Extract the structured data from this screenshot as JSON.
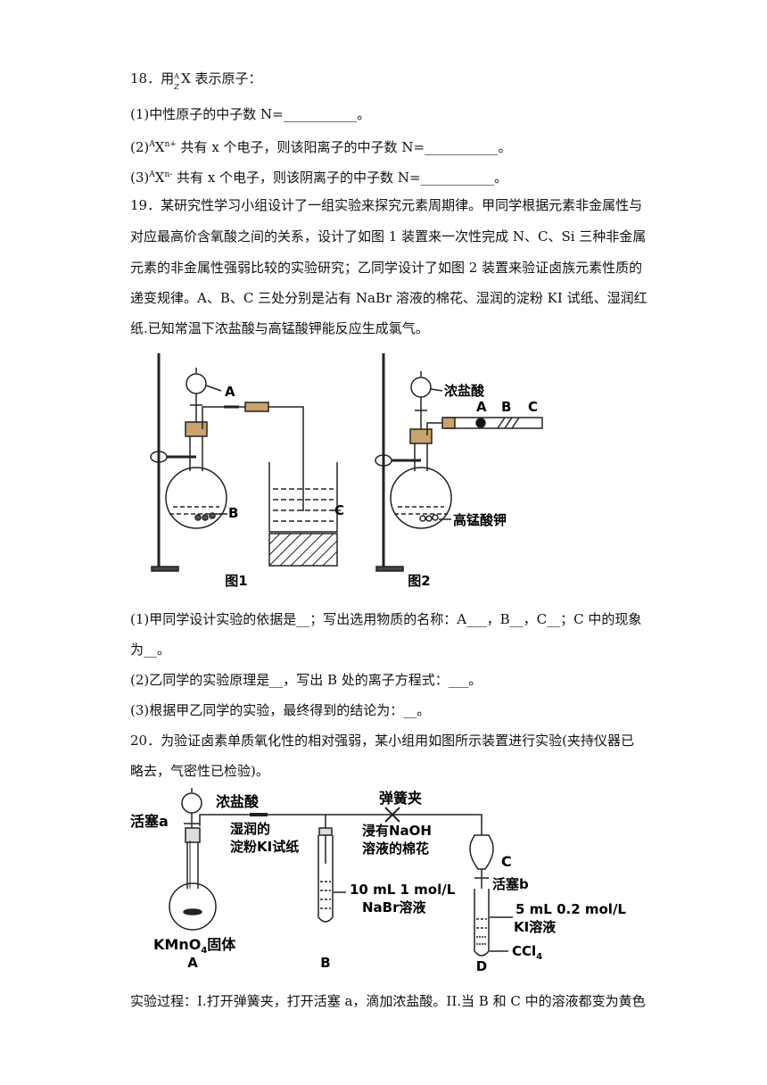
{
  "q18": {
    "title_pre": "18．用",
    "title_post": "X 表示原子：",
    "symbol_A": "A",
    "symbol_Z": "Z",
    "p1": "(1)中性原子的中子数 N=___________。",
    "p2_a": "(2)",
    "p2_A": "A",
    "p2_X": "X",
    "p2_charge": "n+",
    "p2_b": " 共有 x 个电子，则该阳离子的中子数 N=___________。",
    "p3_a": "(3)",
    "p3_A": "A",
    "p3_X": "X",
    "p3_charge": "n-",
    "p3_b": " 共有 x 个电子，则该阴离子的中子数 N=___________。"
  },
  "q19": {
    "lines": [
      "19．某研究性学习小组设计了一组实验来探究元素周期律。甲同学根据元素非金属性与",
      "对应最高价含氧酸之间的关系，设计了如图 1 装置来一次性完成 N、C、Si 三种非金属",
      "元素的非金属性强弱比较的实验研究；乙同学设计了如图 2 装置来验证卤族元素性质的",
      "递变规律。A、B、C 三处分别是沾有 NaBr 溶液的棉花、湿润的淀粉 KI 试纸、湿润红",
      "纸.已知常温下浓盐酸与高锰酸钾能反应生成氯气。"
    ],
    "fig1": {
      "label_A": "A",
      "label_B": "B",
      "label_C": "C",
      "caption": "图1"
    },
    "fig2": {
      "label_acid": "浓盐酸",
      "label_A": "A",
      "label_B": "B",
      "label_C": "C",
      "label_kmno4": "高锰酸钾",
      "caption": "图2"
    },
    "q1_line1": "(1)甲同学设计实验的依据是__；写出选用物质的名称：A___，B__，C__；C 中的现象",
    "q1_line2": "为__。",
    "q2": "(2)乙同学的实验原理是__，写出 B 处的离子方程式：___。",
    "q3": "(3)根据甲乙同学的实验，最终得到的结论为：__。"
  },
  "q20": {
    "line1": "20．为验证卤素单质氧化性的相对强弱，某小组用如图所示装置进行实验(夹持仪器已",
    "line2": "略去，气密性已检验)。",
    "fig": {
      "acid": "浓盐酸",
      "valve_a": "活塞a",
      "clamp": "弹簧夹",
      "ki_paper_1": "湿润的",
      "ki_paper_2": "淀粉KI试纸",
      "cotton_1": "浸有NaOH",
      "cotton_2": "溶液的棉花",
      "label_C": "C",
      "valve_b": "活塞b",
      "nabr_1": "10 mL 1 mol/L",
      "nabr_2": "NaBr溶液",
      "ki_1": "5 mL 0.2 mol/L",
      "ki_2": "KI溶液",
      "ccl4": "CCl",
      "ccl4_sub": "4",
      "kmno4": "KMnO",
      "kmno4_sub": "4",
      "kmno4_post": "固体",
      "label_A": "A",
      "label_B": "B",
      "label_D": "D"
    },
    "process": "实验过程：I.打开弹簧夹，打开活塞 a，滴加浓盐酸。II.当 B 和 C 中的溶液都变为黄色"
  }
}
